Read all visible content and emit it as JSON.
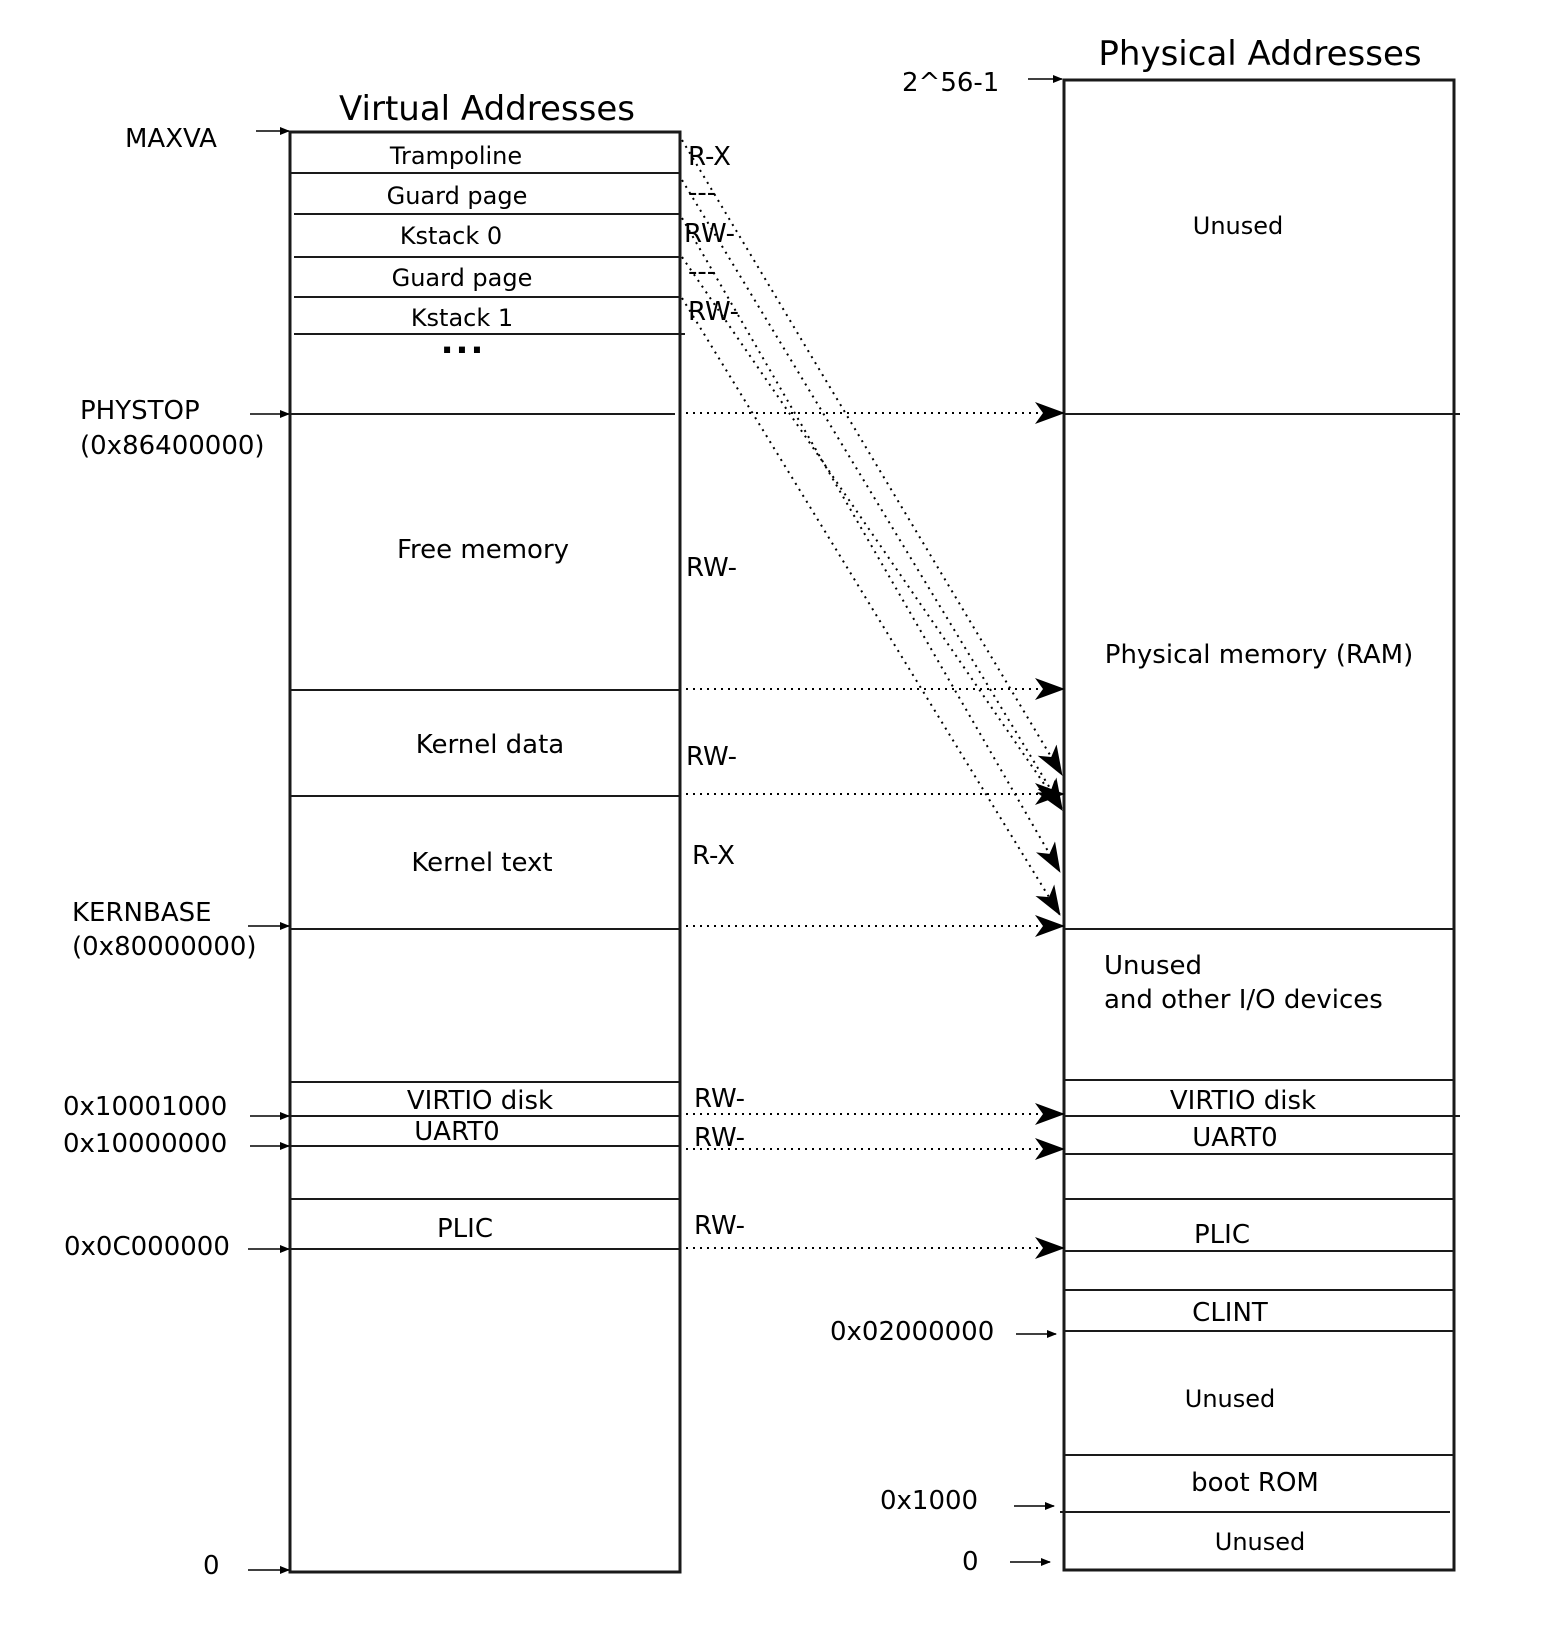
{
  "virtual": {
    "title": "Virtual Addresses",
    "regions": {
      "trampoline": "Trampoline",
      "guard0": "Guard page",
      "kstack0": "Kstack 0",
      "guard1": "Guard page",
      "kstack1": "Kstack 1",
      "ellipsis": "...",
      "free": "Free memory",
      "kdata": "Kernel data",
      "ktext": "Kernel text",
      "virtio": "VIRTIO disk",
      "uart": "UART0",
      "plic": "PLIC"
    },
    "addresses": {
      "maxva": "MAXVA",
      "phystop": "PHYSTOP",
      "phystop_hex": "(0x86400000)",
      "kernbase": "KERNBASE",
      "kernbase_hex": "(0x80000000)",
      "virtio": "0x10001000",
      "uart": "0x10000000",
      "plic": "0x0C000000",
      "zero": "0"
    },
    "perms": {
      "trampoline": "R-X",
      "guard0": "---",
      "kstack0": "RW-",
      "guard1": "---",
      "kstack1": "RW-",
      "free": "RW-",
      "kdata": "RW-",
      "ktext": "R-X",
      "virtio": "RW-",
      "uart": "RW-",
      "plic": "RW-"
    }
  },
  "physical": {
    "title": "Physical Addresses",
    "regions": {
      "unused_top": "Unused",
      "ram": "Physical memory (RAM)",
      "io_line1": "Unused",
      "io_line2": "and other I/O devices",
      "virtio": "VIRTIO disk",
      "uart": "UART0",
      "plic": "PLIC",
      "clint": "CLINT",
      "unused_mid": "Unused",
      "bootrom": "boot ROM",
      "unused_bottom": "Unused"
    },
    "addresses": {
      "top": "2^56-1",
      "clint": "0x02000000",
      "bootrom": "0x1000",
      "zero": "0"
    }
  }
}
